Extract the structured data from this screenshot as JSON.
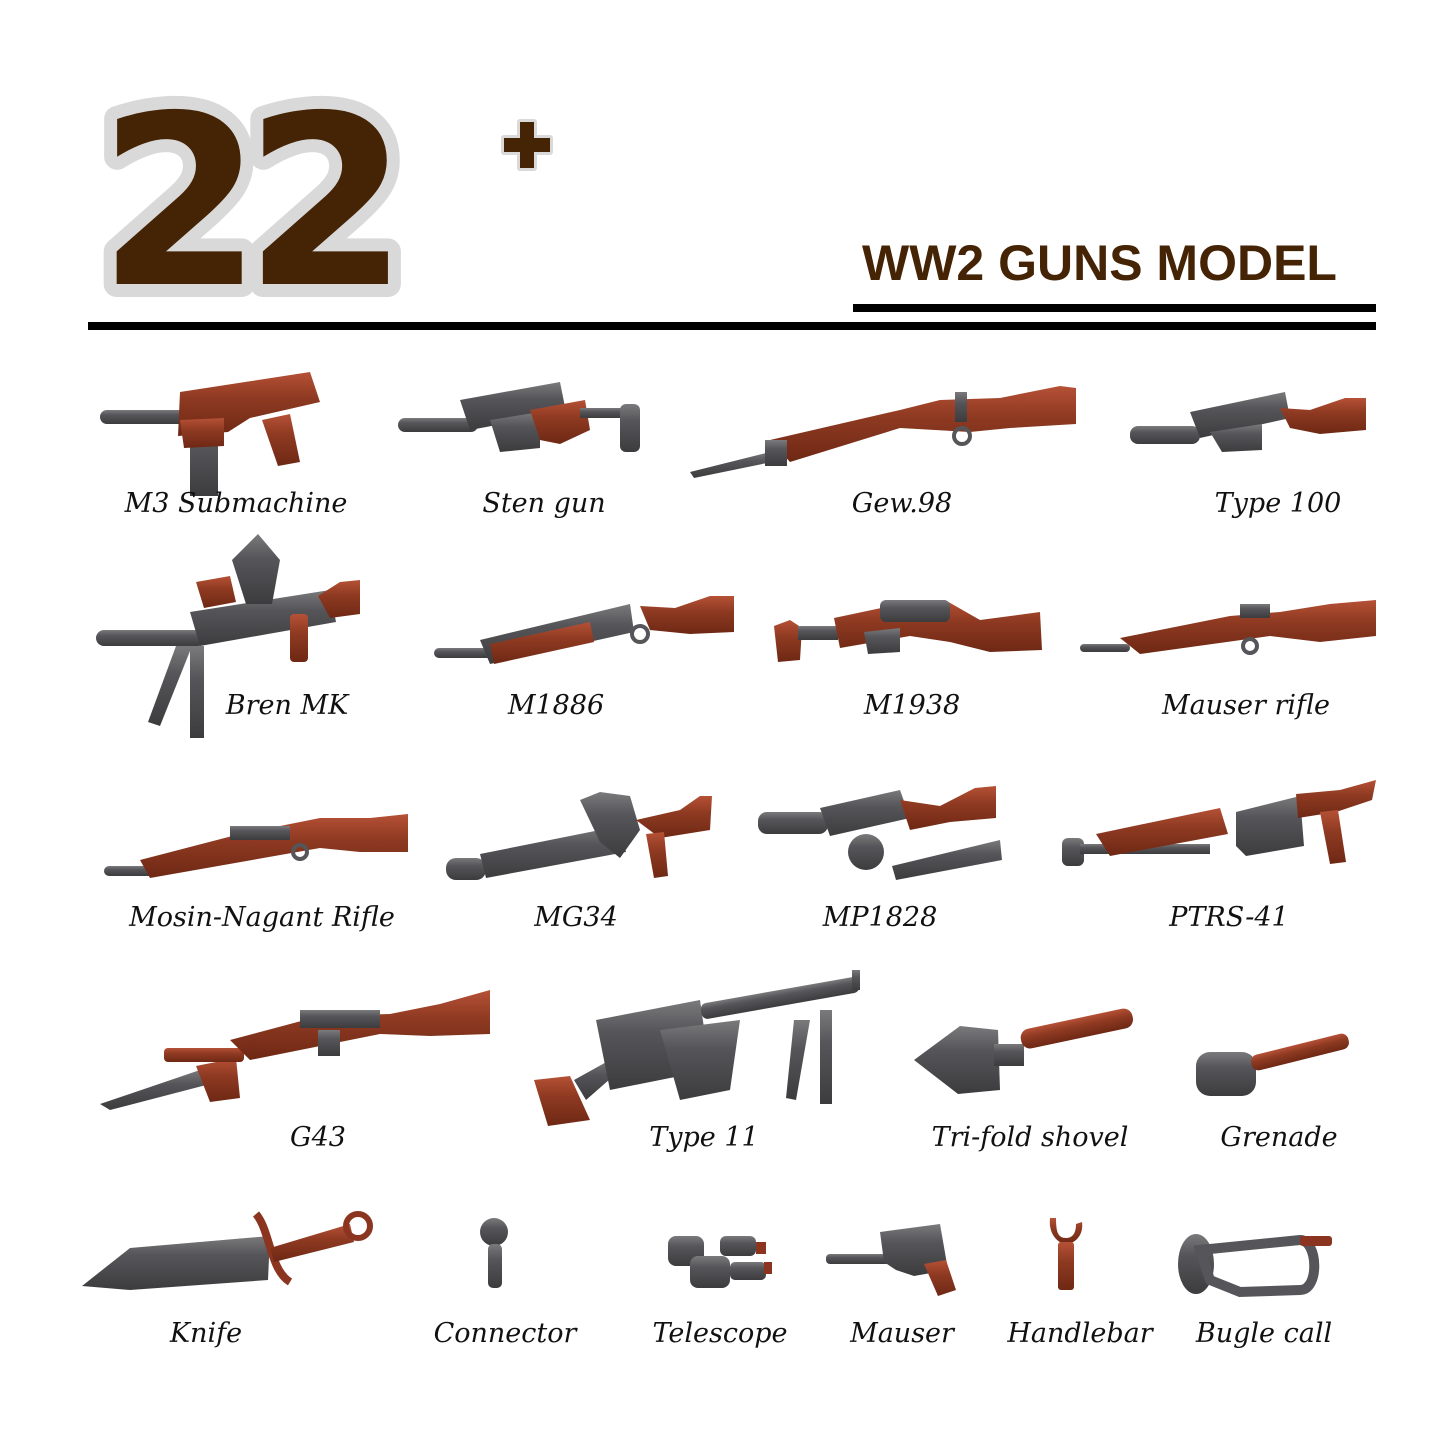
{
  "header": {
    "count": "22",
    "count_suffix": "+",
    "title": "WW2 GUNS MODEL"
  },
  "colors": {
    "brand_brown": "#452305",
    "outline_gray": "#d9d9d9",
    "gun_gray": "#4e4e50",
    "gun_brown": "#8b3520",
    "rule_black": "#000000"
  },
  "items": [
    {
      "label": "M3 Submachine",
      "icon": "m3-submachine-gun-icon"
    },
    {
      "label": "Sten gun",
      "icon": "sten-gun-icon"
    },
    {
      "label": "Gew.98",
      "icon": "gew98-rifle-bayonet-icon"
    },
    {
      "label": "Type 100",
      "icon": "type100-smg-icon"
    },
    {
      "label": "Bren MK",
      "icon": "bren-lmg-icon"
    },
    {
      "label": "M1886",
      "icon": "m1886-lever-rifle-icon"
    },
    {
      "label": "M1938",
      "icon": "m1938-rifle-icon"
    },
    {
      "label": "Mauser rifle",
      "icon": "mauser-rifle-icon"
    },
    {
      "label": "Mosin-Nagant Rifle",
      "icon": "mosin-nagant-icon"
    },
    {
      "label": "MG34",
      "icon": "mg34-icon"
    },
    {
      "label": "MP1828",
      "icon": "mp1828-drum-smg-icon"
    },
    {
      "label": "PTRS-41",
      "icon": "ptrs41-antitank-rifle-icon"
    },
    {
      "label": "G43",
      "icon": "g43-rifle-bayonet-icon"
    },
    {
      "label": "Type 11",
      "icon": "type11-lmg-icon"
    },
    {
      "label": "Tri-fold shovel",
      "icon": "shovel-icon"
    },
    {
      "label": "Grenade",
      "icon": "stick-grenade-icon"
    },
    {
      "label": "Knife",
      "icon": "knife-icon"
    },
    {
      "label": "Connector",
      "icon": "ball-connector-icon"
    },
    {
      "label": "Telescope",
      "icon": "binoculars-icon"
    },
    {
      "label": "Mauser",
      "icon": "mauser-pistol-icon"
    },
    {
      "label": "Handlebar",
      "icon": "handlebar-clip-icon"
    },
    {
      "label": "Bugle call",
      "icon": "bugle-icon"
    }
  ]
}
